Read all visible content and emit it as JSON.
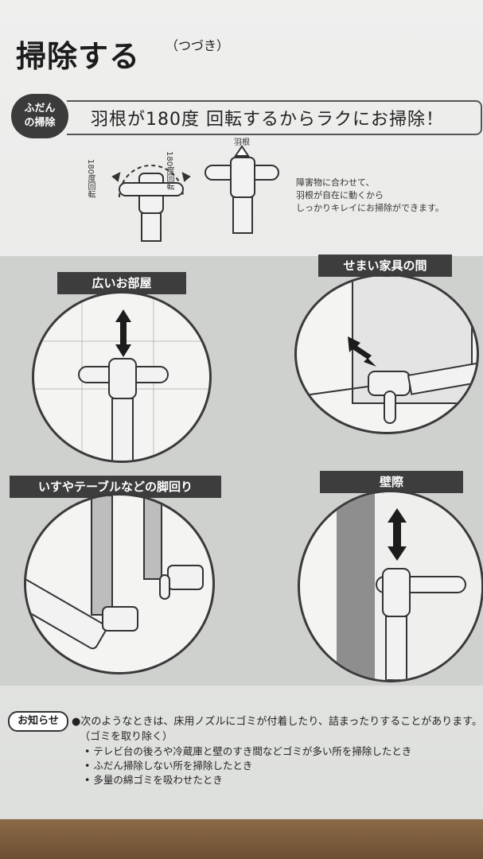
{
  "header": {
    "title": "掃除する",
    "subtitle": "（つづき）"
  },
  "feature": {
    "badge": "ふだん\nの掃除",
    "headline": "羽根が180度 回転するからラクにお掃除！"
  },
  "diagram": {
    "rotate_left": "180度回転",
    "rotate_right": "180度回転",
    "blade_label": "羽根",
    "description": "障害物に合わせて、\n羽根が自在に動くから\nしっかりキレイにお掃除ができます。"
  },
  "panels": [
    {
      "label": "広いお部屋"
    },
    {
      "label": "せまい家具の間"
    },
    {
      "label": "いすやテーブルなどの脚回り"
    },
    {
      "label": "壁際"
    }
  ],
  "notice": {
    "badge": "お知らせ",
    "main": "●次のようなときは、床用ノズルにゴミが付着したり、詰まったりすることがあります。",
    "sub": "（ゴミを取り除く）",
    "items": [
      "• テレビ台の後ろや冷蔵庫と壁のすき間などゴミが多い所を掃除したとき",
      "• ふだん掃除しない所を掃除したとき",
      "• 多量の綿ゴミを吸わせたとき"
    ]
  }
}
